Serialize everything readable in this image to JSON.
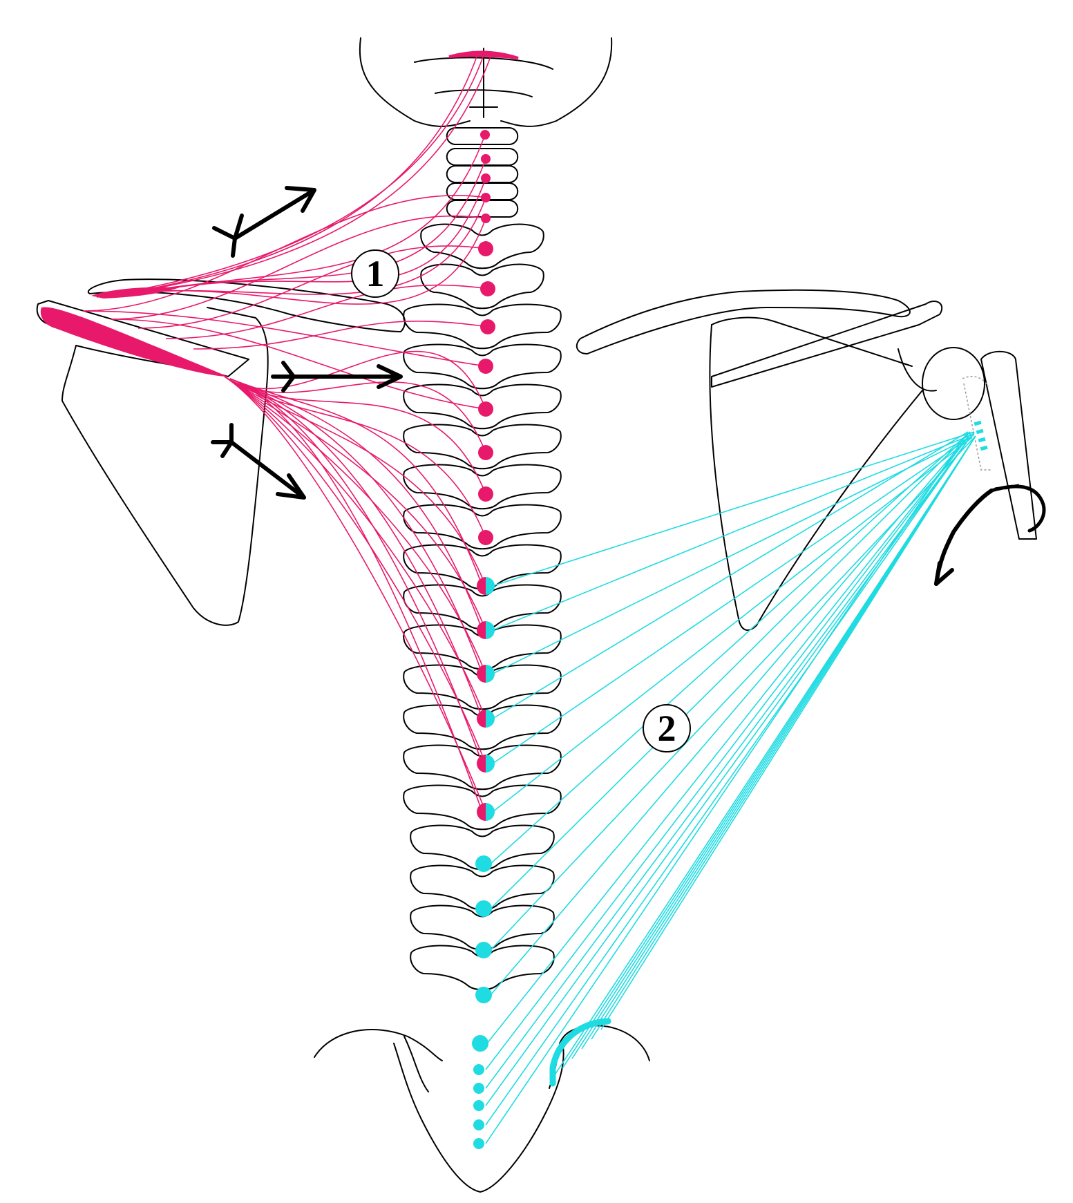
{
  "labels": {
    "muscle_1": "1",
    "muscle_2": "2"
  },
  "colors": {
    "muscle_1": "#e8196b",
    "muscle_2": "#1fdbe2",
    "bone_outline": "#000000",
    "background": "#ffffff"
  },
  "icons": {
    "action_arrow": "arrow-with-fork-tail",
    "rotation_arrow": "curved-rotation-arrow"
  }
}
